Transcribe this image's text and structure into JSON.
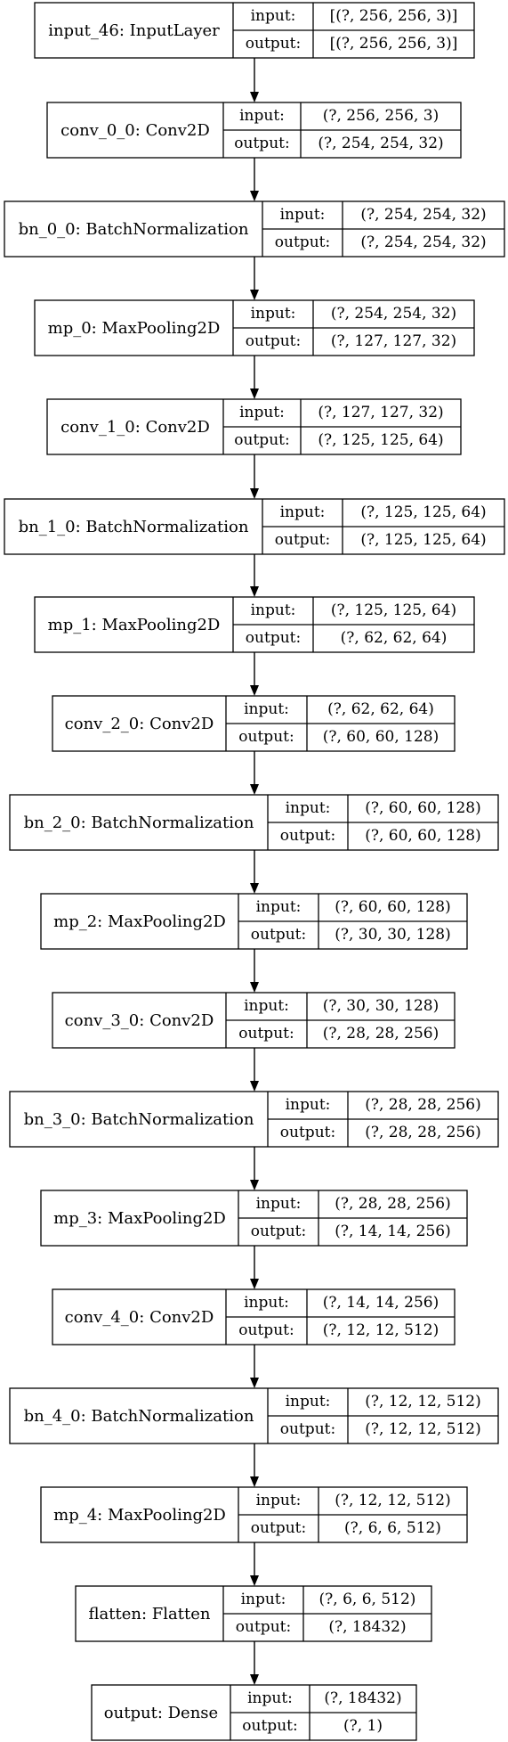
{
  "nodes": [
    {
      "name": "input_46",
      "type": "InputLayer",
      "input": "[(?, 256, 256, 3)]",
      "output": "[(?, 256, 256, 3)]"
    },
    {
      "name": "conv_0_0",
      "type": "Conv2D",
      "input": "(?, 256, 256, 3)",
      "output": "(?, 254, 254, 32)"
    },
    {
      "name": "bn_0_0",
      "type": "BatchNormalization",
      "input": "(?, 254, 254, 32)",
      "output": "(?, 254, 254, 32)"
    },
    {
      "name": "mp_0",
      "type": "MaxPooling2D",
      "input": "(?, 254, 254, 32)",
      "output": "(?, 127, 127, 32)"
    },
    {
      "name": "conv_1_0",
      "type": "Conv2D",
      "input": "(?, 127, 127, 32)",
      "output": "(?, 125, 125, 64)"
    },
    {
      "name": "bn_1_0",
      "type": "BatchNormalization",
      "input": "(?, 125, 125, 64)",
      "output": "(?, 125, 125, 64)"
    },
    {
      "name": "mp_1",
      "type": "MaxPooling2D",
      "input": "(?, 125, 125, 64)",
      "output": "(?, 62, 62, 64)"
    },
    {
      "name": "conv_2_0",
      "type": "Conv2D",
      "input": "(?, 62, 62, 64)",
      "output": "(?, 60, 60, 128)"
    },
    {
      "name": "bn_2_0",
      "type": "BatchNormalization",
      "input": "(?, 60, 60, 128)",
      "output": "(?, 60, 60, 128)"
    },
    {
      "name": "mp_2",
      "type": "MaxPooling2D",
      "input": "(?, 60, 60, 128)",
      "output": "(?, 30, 30, 128)"
    },
    {
      "name": "conv_3_0",
      "type": "Conv2D",
      "input": "(?, 30, 30, 128)",
      "output": "(?, 28, 28, 256)"
    },
    {
      "name": "bn_3_0",
      "type": "BatchNormalization",
      "input": "(?, 28, 28, 256)",
      "output": "(?, 28, 28, 256)"
    },
    {
      "name": "mp_3",
      "type": "MaxPooling2D",
      "input": "(?, 28, 28, 256)",
      "output": "(?, 14, 14, 256)"
    },
    {
      "name": "conv_4_0",
      "type": "Conv2D",
      "input": "(?, 14, 14, 256)",
      "output": "(?, 12, 12, 512)"
    },
    {
      "name": "bn_4_0",
      "type": "BatchNormalization",
      "input": "(?, 12, 12, 512)",
      "output": "(?, 12, 12, 512)"
    },
    {
      "name": "mp_4",
      "type": "MaxPooling2D",
      "input": "(?, 12, 12, 512)",
      "output": "(?, 6, 6, 512)"
    },
    {
      "name": "flatten",
      "type": "Flatten",
      "input": "(?, 6, 6, 512)",
      "output": "(?, 18432)"
    },
    {
      "name": "output",
      "type": "Dense",
      "input": "(?, 18432)",
      "output": "(?, 1)"
    }
  ],
  "port_labels": {
    "input": "input:",
    "output": "output:"
  }
}
